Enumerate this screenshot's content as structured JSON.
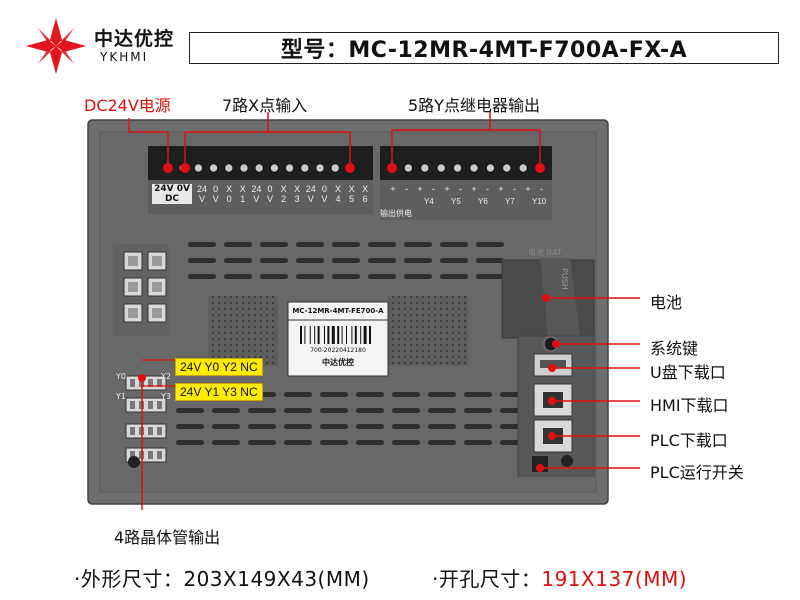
{
  "brand": {
    "name_cn": "中达优控",
    "name_en": "YKHMI",
    "logo_color": "#e3141b"
  },
  "model": {
    "text": "型号：MC-12MR-4MT-F700A-FX-A"
  },
  "top_labels": {
    "power": "DC24V电源",
    "inputs": "7路X点输入",
    "relay_outputs": "5路Y点继电器输出"
  },
  "terminals": {
    "power_block": [
      "24V",
      "0V"
    ],
    "power_sub": "DC",
    "input_row1": [
      "24",
      "0",
      "X",
      "X",
      "24",
      "0",
      "X",
      "X",
      "24",
      "0",
      "X",
      "X",
      "X"
    ],
    "input_row2": [
      "V",
      "V",
      "0",
      "1",
      "V",
      "V",
      "2",
      "3",
      "V",
      "V",
      "4",
      "5",
      "6"
    ],
    "output_signs": [
      "+",
      "-",
      "+",
      "-",
      "+",
      "-",
      "+",
      "-",
      "+",
      "-",
      "+",
      "-"
    ],
    "output_names": [
      "Y4",
      "Y5",
      "Y6",
      "Y7",
      "Y10"
    ],
    "output_note": "输出供电",
    "connector_labels": [
      "Y0",
      "Y2",
      "Y1",
      "Y3"
    ]
  },
  "device": {
    "label_model": "MC-12MR-4MT-FE700-A",
    "barcode_text": "700-20220412180",
    "label_brand": "中达优控",
    "battery_push": "PUSH",
    "battery_mark": "电池 BAT"
  },
  "yellow_tags": [
    "24V Y0 Y2 NC",
    "24V Y1 Y3 NC"
  ],
  "callouts": {
    "battery": "电池",
    "system_key": "系统键",
    "u_disk": "U盘下载口",
    "hmi": "HMI下载口",
    "plc": "PLC下载口",
    "plc_switch": "PLC运行开关"
  },
  "bottom_label": "4路晶体管输出",
  "dimensions": {
    "outer_label": "·外形尺寸：",
    "outer_value": "203X149X43(MM)",
    "cutout_label": "·开孔尺寸：",
    "cutout_value": "191X137(MM)"
  },
  "colors": {
    "accent_red": "#e01010",
    "device_body": "#6d6d6d",
    "tag_yellow": "#ffeb00"
  }
}
